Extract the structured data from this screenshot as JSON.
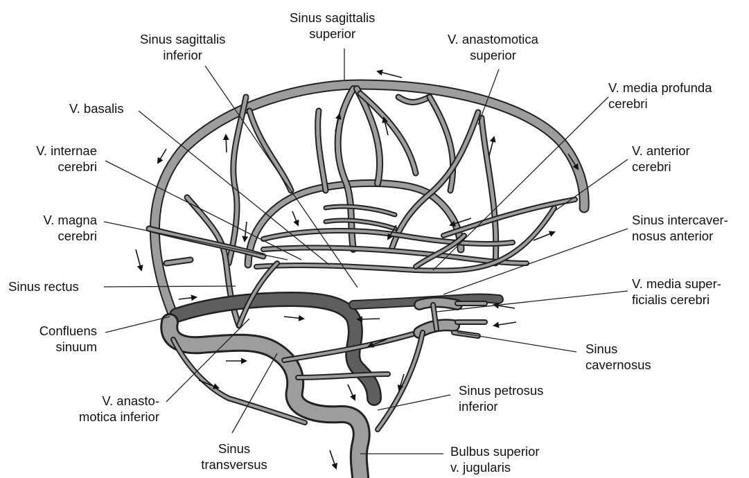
{
  "labels": {
    "sinus_sagittalis_superior": [
      "Sinus sagittalis",
      "superior"
    ],
    "sinus_sagittalis_inferior": [
      "Sinus sagittalis",
      "inferior"
    ],
    "v_anastomotica_superior": [
      "V. anastomotica",
      "superior"
    ],
    "v_basalis": [
      "V. basalis"
    ],
    "v_media_profunda_cerebri": [
      "V. media profunda",
      "cerebri"
    ],
    "v_internae_cerebri": [
      "V. internae",
      "cerebri"
    ],
    "v_anterior_cerebri": [
      "V. anterior",
      "cerebri"
    ],
    "v_magna_cerebri": [
      "V. magna",
      "cerebri"
    ],
    "sinus_intercavernosus_anterior": [
      "Sinus intercaver-",
      "nosus anterior"
    ],
    "sinus_rectus": [
      "Sinus rectus"
    ],
    "v_media_superficialis_cerebri": [
      "V. media super-",
      "ficialis cerebri"
    ],
    "confluens_sinuum": [
      "Confluens",
      "sinuum"
    ],
    "sinus_cavernosus": [
      "Sinus",
      "cavernosus"
    ],
    "v_anastomotica_inferior": [
      "V. anasto-",
      "motica inferior"
    ],
    "sinus_petrosus_inferior": [
      "Sinus petrosus",
      "inferior"
    ],
    "sinus_transversus": [
      "Sinus",
      "transversus"
    ],
    "bulbus_superior_v_jugularis": [
      "Bulbus superior",
      "v. jugularis"
    ]
  },
  "colors": {
    "vein_fill": "#9d9d9d",
    "deep_vein_fill": "#5e5e5e",
    "outline": "#222222"
  }
}
